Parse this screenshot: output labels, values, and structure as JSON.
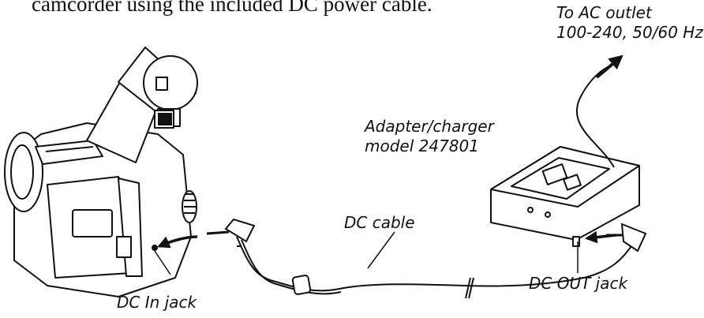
{
  "intro_text": "camcorder using the included DC power cable.",
  "labels": {
    "ac_outlet_line1": "To AC outlet",
    "ac_outlet_line2": "100-240, 50/60 Hz",
    "adapter_line1": "Adapter/charger",
    "adapter_line2": "model 247801",
    "dc_cable": "DC cable",
    "dc_out_jack": "DC OUT jack",
    "dc_in_jack": "DC In jack"
  },
  "icons": [
    "camcorder-icon",
    "adapter-charger-icon",
    "dc-plug-icon",
    "arrow-icon"
  ]
}
